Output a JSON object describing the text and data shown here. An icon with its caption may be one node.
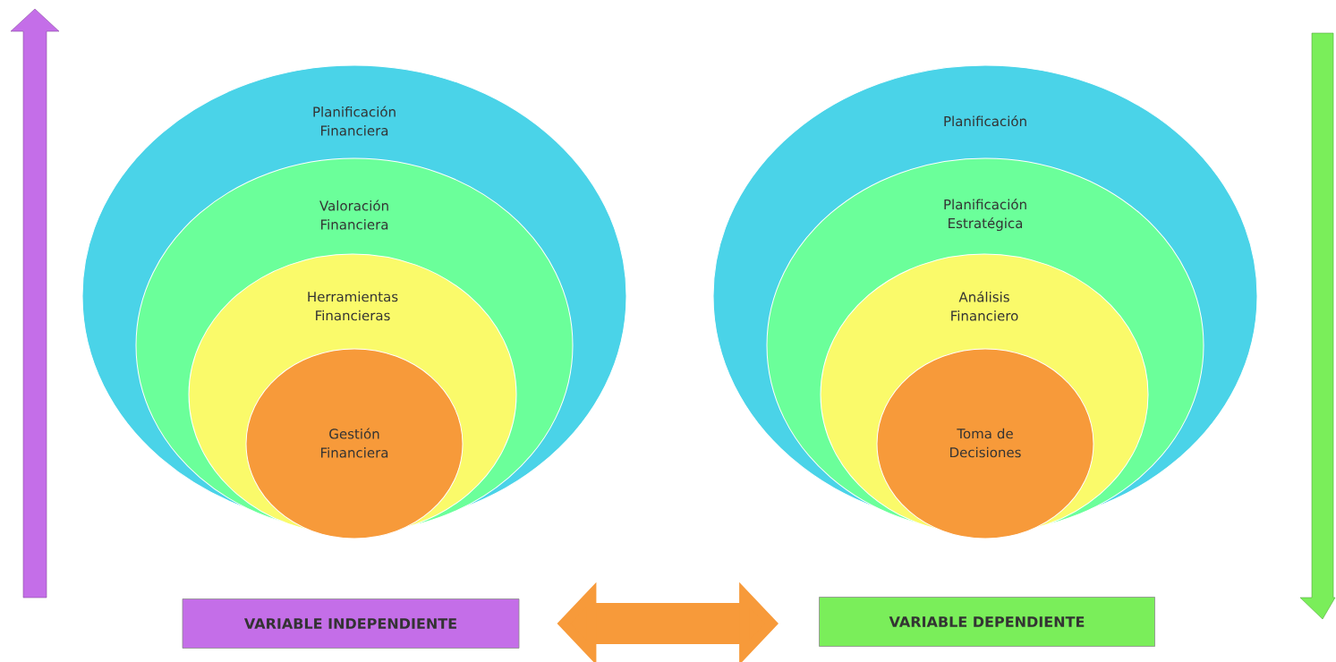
{
  "diagram": {
    "nodes": [
      {
        "text": [
          "Planificación Financiera"
        ]
      },
      {
        "text": [
          "Valoración Financiera"
        ],
        "in": 0
      },
      {
        "text": [
          "Herramientas Financieras"
        ],
        "in": 1
      },
      {
        "text": [
          "Gestión Financiera"
        ],
        "in": 2
      },
      {
        "text": [
          "Planificación"
        ]
      },
      {
        "text": [
          "Planificación Estratégica"
        ],
        "in": 4
      },
      {
        "text": [
          "Análisis Financiero"
        ],
        "in": 5
      },
      {
        "text": [
          "Toma de Decisiones"
        ],
        "in": 6
      },
      {
        "text": [
          "VARIABLE INDEPENDIENTE"
        ]
      },
      {
        "text": [
          "VARIABLE DEPENDIENTE"
        ]
      }
    ],
    "edges": [
      {
        "from": 8,
        "to": 9,
        "arrow": "both"
      }
    ]
  }
}
